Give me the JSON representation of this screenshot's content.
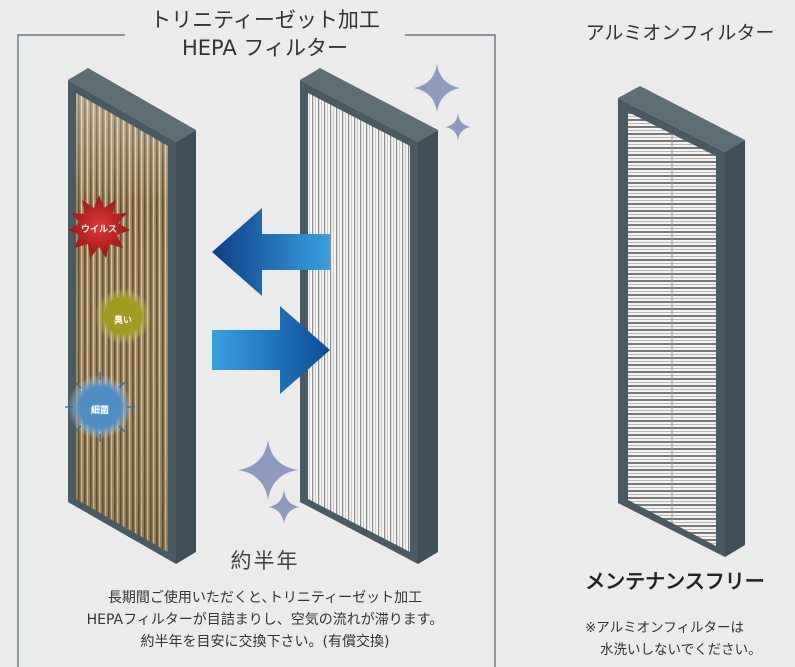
{
  "hepa": {
    "title_line1": "トリニティーゼット加工",
    "title_line2": "HEPA フィルター",
    "period": "約半年",
    "description": [
      "長期間ご使用いただくと､トリニティーゼット加工",
      "HEPAフィルターが目詰まりし、空気の流れが滞ります。",
      "約半年を目安に交換下さい。(有償交換)"
    ],
    "contaminants": {
      "virus": "ウイルス",
      "odor": "臭い",
      "bacteria": "細菌"
    }
  },
  "aluminum": {
    "title": "アルミオンフィルター",
    "maintenance": "メンテナンスフリー",
    "note_line1": "※アルミオンフィルターは",
    "note_line2": "水洗いしないでください。"
  },
  "colors": {
    "background": "#ebebeb",
    "frame": "#4a5a62",
    "arrow": "#1565b0",
    "sparkle": "#8e9bbf",
    "virus": "#c0282a",
    "odor": "#b7b224",
    "bacteria": "#6aa8d8"
  },
  "icons": [
    "arrow-left-icon",
    "arrow-right-icon",
    "sparkle-icon",
    "virus-icon",
    "odor-icon",
    "bacteria-icon"
  ]
}
